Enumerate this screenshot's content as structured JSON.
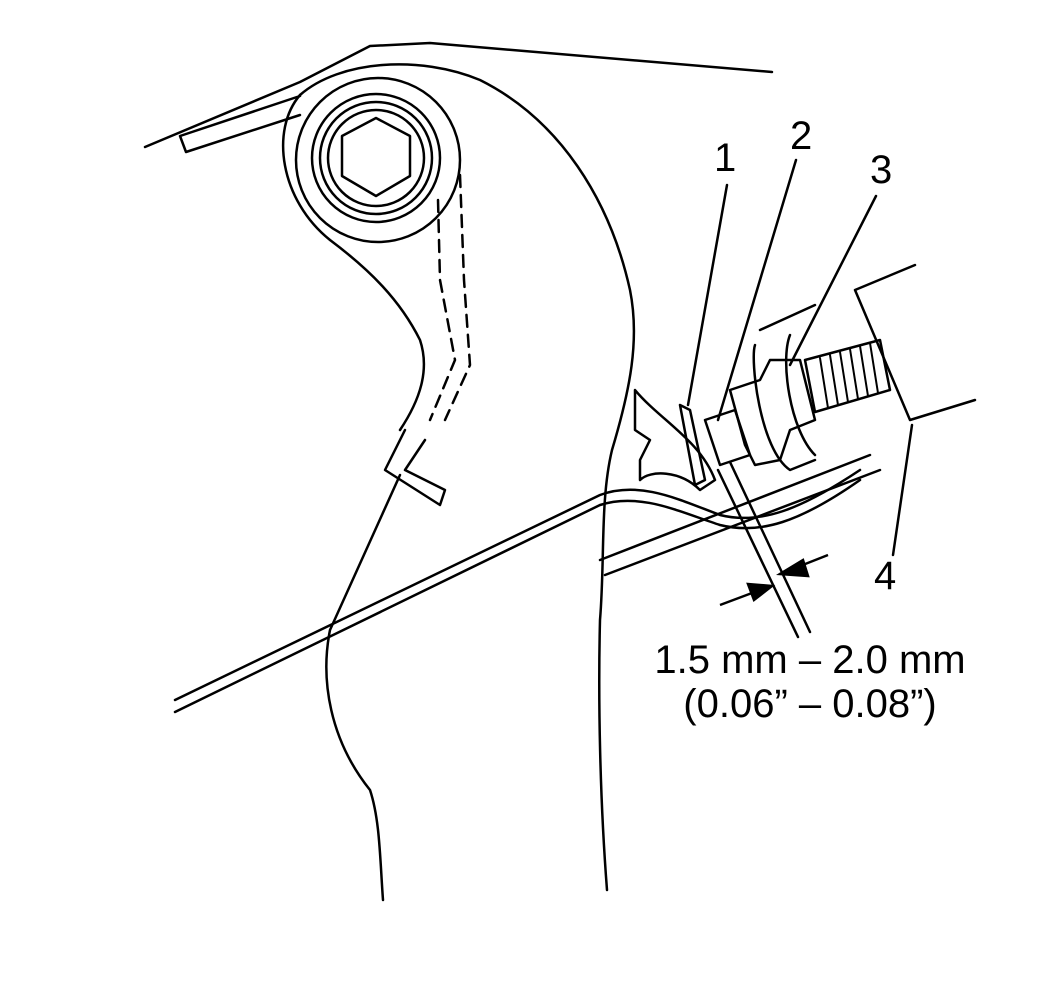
{
  "callouts": {
    "c1": "1",
    "c2": "2",
    "c3": "3",
    "c4": "4"
  },
  "dimension": {
    "metric": "1.5 mm – 2.0 mm",
    "imperial": "(0.06” – 0.08”)"
  },
  "colors": {
    "ink": "#000000",
    "paper": "#ffffff"
  }
}
